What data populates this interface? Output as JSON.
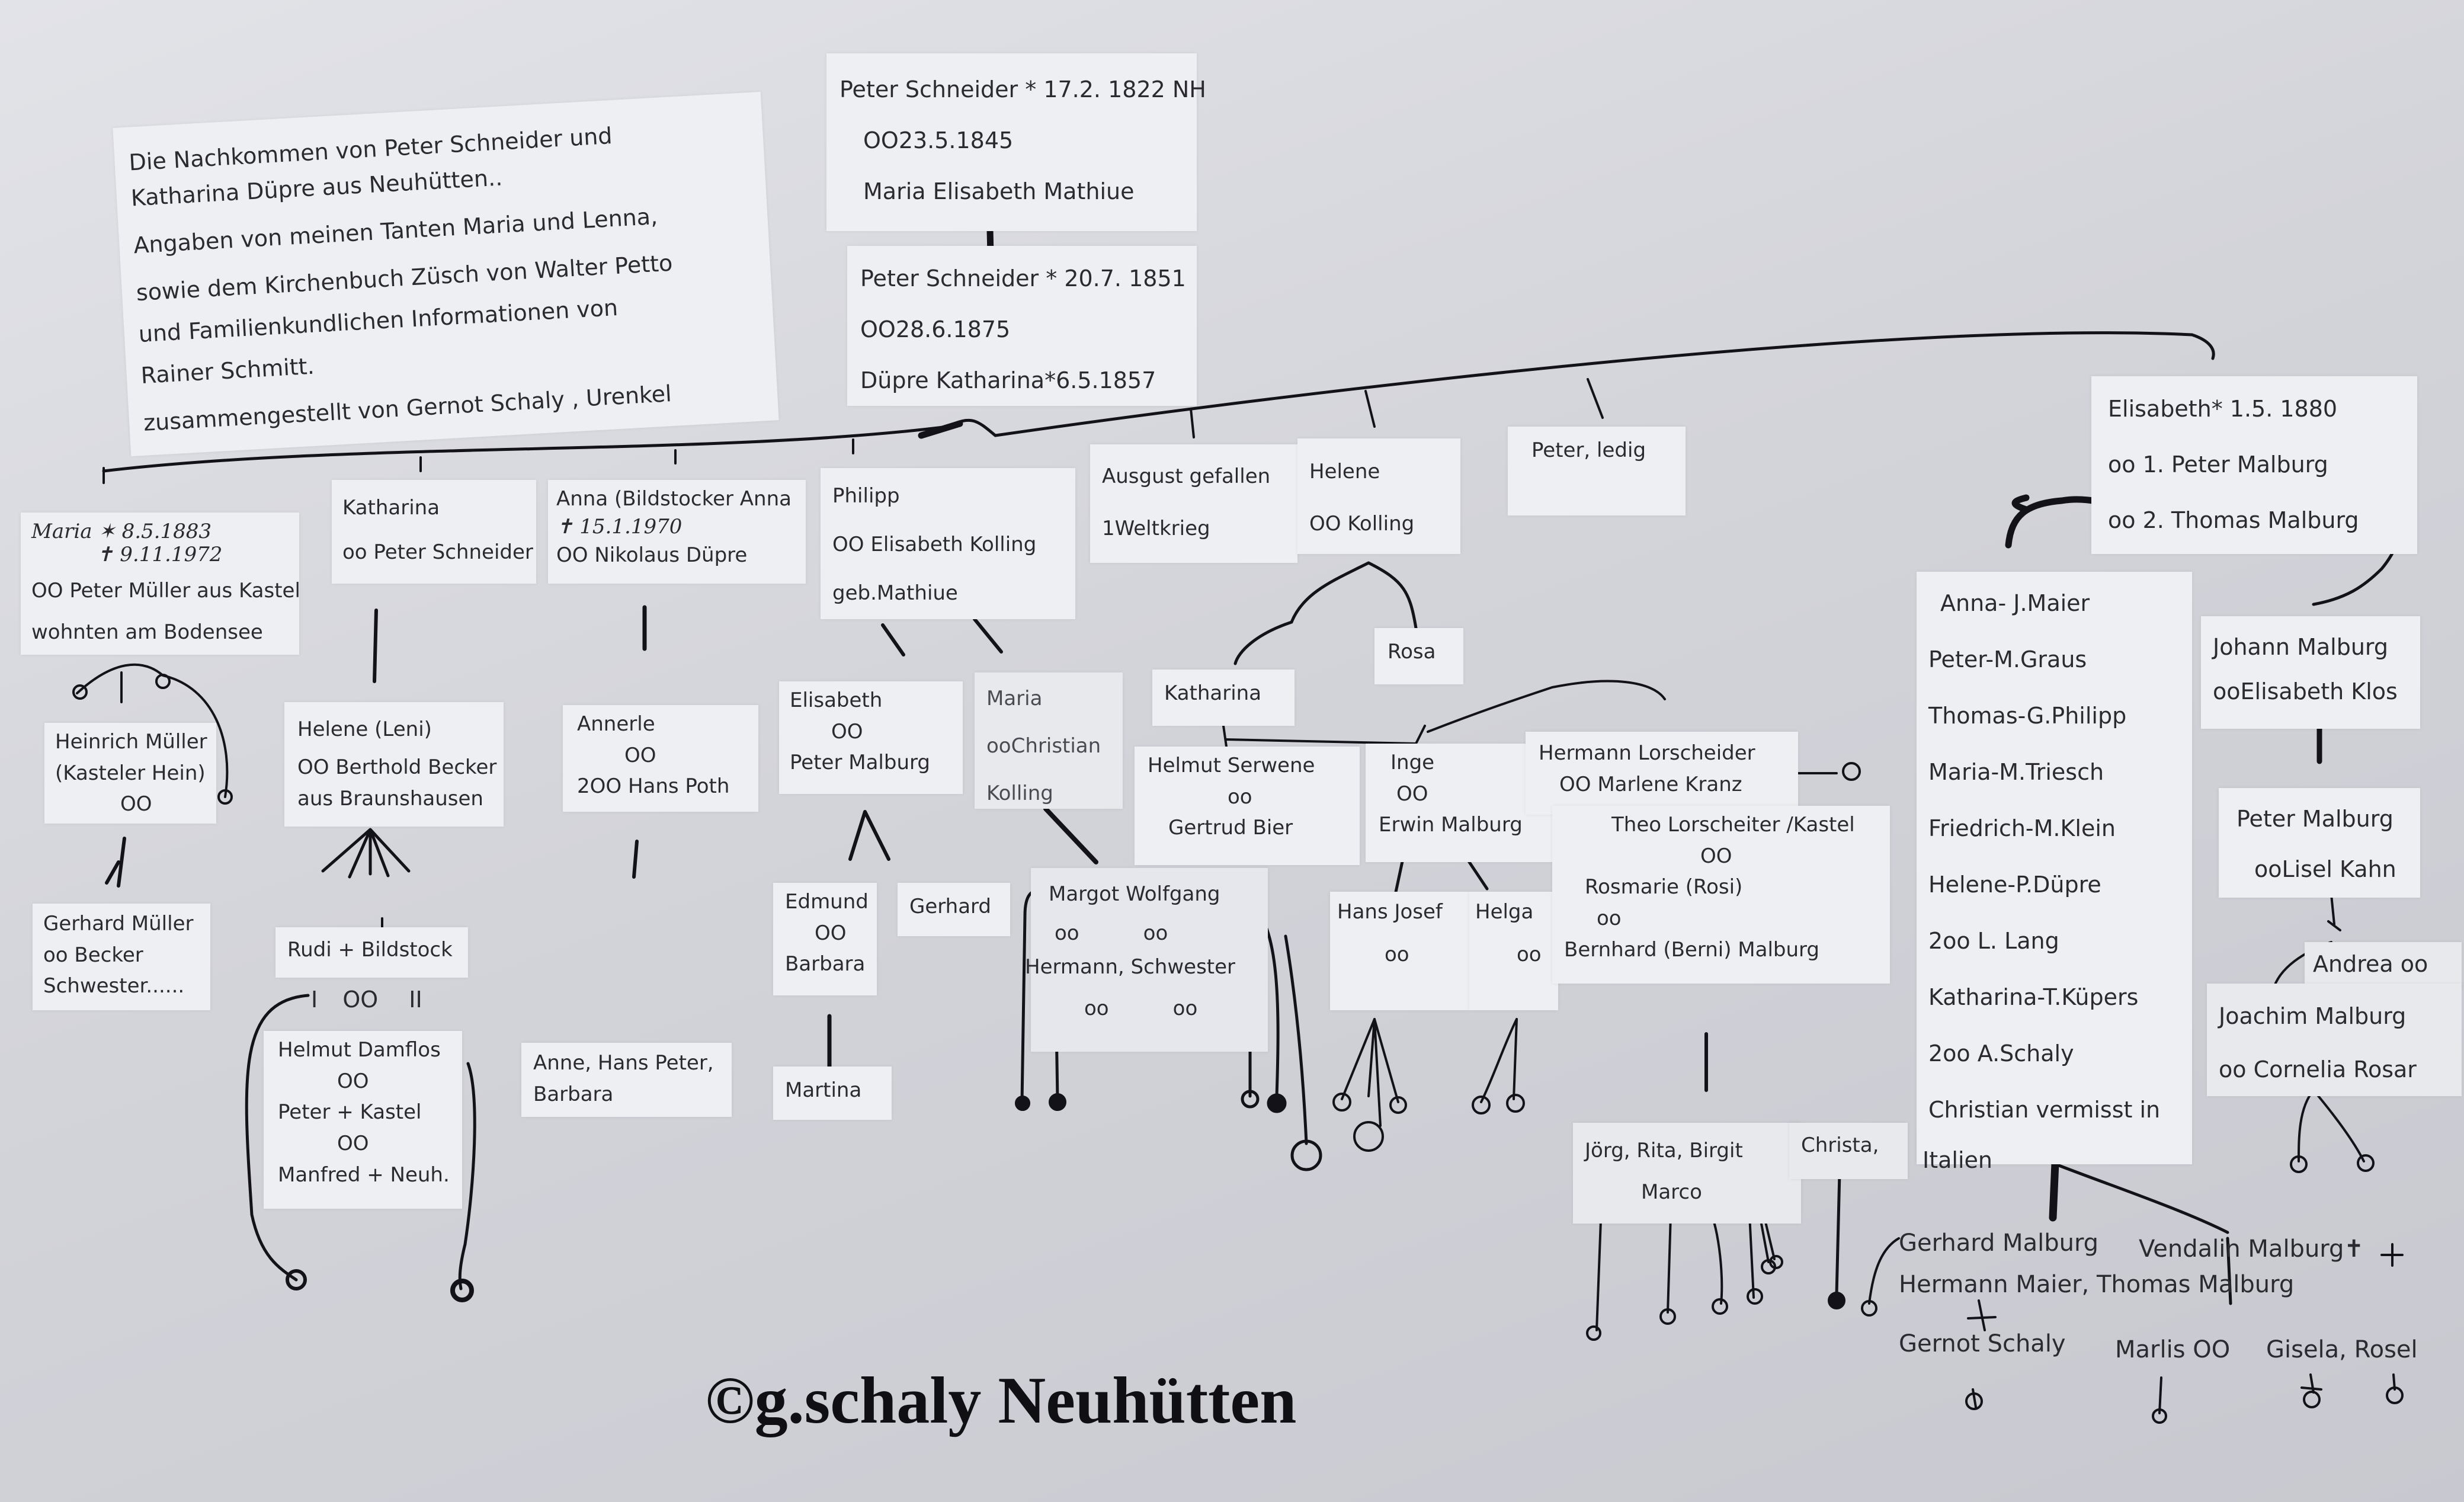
{
  "intro": [
    "Die Nachkommen von Peter Schneider und",
    "Katharina Düpre aus Neuhütten..",
    "Angaben von meinen Tanten Maria und Lenna,",
    "sowie dem  Kirchenbuch Züsch von Walter Petto",
    "und  Familienkundlichen Informationen von",
    "Rainer Schmitt.",
    "zusammengestellt von Gernot Schaly , Urenkel"
  ],
  "root": [
    "Peter Schneider * 17.2. 1822 NH",
    "OO23.5.1845",
    "Maria  Elisabeth Mathiue"
  ],
  "parents": [
    "Peter Schneider * 20.7. 1851",
    "OO28.6.1875",
    "Düpre Katharina*6.5.1857"
  ],
  "children": {
    "maria": [
      "Maria ✶ 8.5.1883",
      "✝ 9.11.1972",
      "OO Peter Müller aus Kastel",
      "wohnten am Bodensee"
    ],
    "katharina": [
      "Katharina",
      "oo Peter Schneider"
    ],
    "anna": [
      "Anna (Bildstocker Anna",
      "✝ 15.1.1970",
      "OO Nikolaus Düpre"
    ],
    "philipp": [
      "Philipp",
      "OO Elisabeth Kolling",
      "geb.Mathiue"
    ],
    "august": [
      "Ausgust gefallen",
      "1Weltkrieg"
    ],
    "helene": [
      "Helene",
      "OO Kolling"
    ],
    "peter": [
      "Peter, ledig"
    ],
    "elisabeth": [
      "Elisabeth* 1.5. 1880",
      "oo 1. Peter Malburg",
      "oo 2. Thomas Malburg"
    ]
  },
  "grandchildren": {
    "heinrich": [
      "Heinrich Müller",
      "(Kasteler Hein)",
      "OO"
    ],
    "gerhard_mueller": [
      "Gerhard Müller",
      "oo Becker",
      "Schwester......"
    ],
    "helene_leni": [
      "Helene (Leni)",
      "OO Berthold Becker",
      "aus Braunshausen"
    ],
    "rudi": [
      "Rudi  + Bildstock"
    ],
    "marriage_marks": [
      "I",
      "OO",
      "II"
    ],
    "helmut": [
      "Helmut Damflos",
      "OO",
      "Peter + Kastel",
      "OO",
      "Manfred + Neuh."
    ],
    "annerle": [
      "Annerle",
      "OO",
      "2OO Hans Poth"
    ],
    "anne": [
      "Anne, Hans Peter,",
      "Barbara"
    ],
    "elisabeth_p": [
      "Elisabeth",
      "OO",
      "Peter Malburg"
    ],
    "maria_p": [
      "Maria",
      "ooChristian",
      "Kolling"
    ],
    "edmund": [
      "Edmund",
      "OO",
      "Barbara"
    ],
    "gerhard": [
      "Gerhard"
    ],
    "martina": [
      "Martina"
    ],
    "margot": [
      "Margot  Wolfgang",
      "oo          oo",
      "Hermann, Schwester",
      "oo          oo"
    ],
    "katharina_h": [
      "Katharina"
    ],
    "rosa": [
      "Rosa"
    ],
    "helmut_s": [
      "Helmut Serwene",
      "oo",
      "Gertrud Bier"
    ],
    "inge": [
      "Inge",
      "OO",
      "Erwin Malburg"
    ],
    "hans_josef": [
      "Hans Josef",
      "oo"
    ],
    "helga": [
      "Helga",
      "oo"
    ],
    "hermann_l": [
      "Hermann Lorscheider",
      "OO Marlene Kranz"
    ],
    "theo": [
      "Theo Lorscheiter /Kastel",
      "OO",
      "Rosmarie (Rosi)",
      "oo",
      "Bernhard (Berni) Malburg"
    ],
    "joerg": [
      "Jörg, Rita,  Birgit",
      "Marco"
    ],
    "christa": [
      "Christa,"
    ],
    "anna_list": [
      "Anna- J.Maier",
      "Peter-M.Graus",
      "Thomas-G.Philipp",
      "Maria-M.Triesch",
      "Friedrich-M.Klein",
      "Helene-P.Düpre",
      "2oo  L. Lang",
      "Katharina-T.Küpers",
      "2oo A.Schaly",
      "Christian vermisst in",
      "Italien"
    ],
    "johann": [
      "Johann Malburg",
      "ooElisabeth Klos"
    ],
    "peter_m": [
      "Peter Malburg",
      "ooLisel Kahn"
    ],
    "andrea": [
      "Andrea oo"
    ],
    "joachim": [
      "Joachim Malburg",
      "oo Cornelia Rosar"
    ],
    "gerhard_m": [
      "Gerhard Malburg"
    ],
    "vendalin": [
      "Vendalin Malburg✝"
    ],
    "hermann_maier": [
      "Hermann Maier, Thomas Malburg"
    ],
    "gernot": [
      "Gernot Schaly"
    ],
    "marlis": [
      "Marlis OO"
    ],
    "gisela": [
      "Gisela, Rosel"
    ]
  },
  "copyright": "©g.schaly Neuhütten",
  "colors": {
    "paper": "#e6e7ec",
    "card": "#eeeff2",
    "ink": "#2a2a30",
    "pen": "#121218"
  }
}
